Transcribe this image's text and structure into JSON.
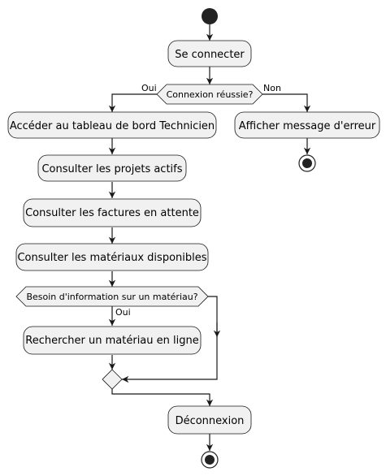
{
  "activities": {
    "login": "Se connecter",
    "dashboard": "Accéder au tableau de bord Technicien",
    "projects": "Consulter les projets actifs",
    "invoices": "Consulter les factures en attente",
    "materials": "Consulter les matériaux disponibles",
    "search": "Rechercher un matériau en ligne",
    "logout": "Déconnexion",
    "error": "Afficher message d'erreur"
  },
  "decisions": {
    "login_success": "Connexion réussie?",
    "need_info": "Besoin d'information sur un matériau?"
  },
  "branches": {
    "yes": "Oui",
    "no": "Non",
    "yes_info": "Oui"
  },
  "colors": {
    "node_fill": "#f1f1f1",
    "stroke": "#181818",
    "start_fill": "#222222",
    "background": "#ffffff"
  }
}
